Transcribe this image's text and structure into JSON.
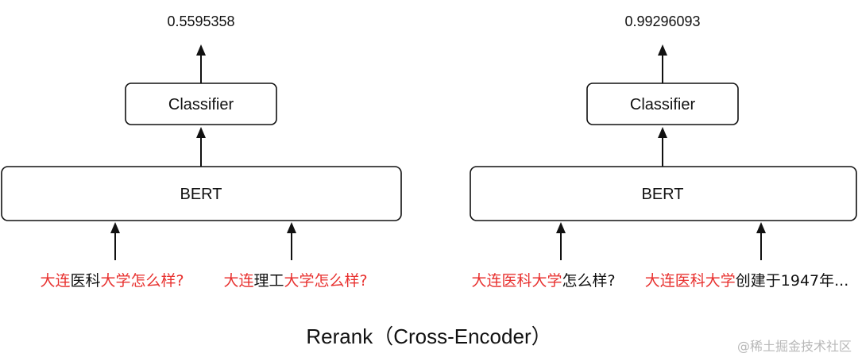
{
  "colors": {
    "highlight": "#e8312f",
    "text": "#111111",
    "watermark": "#b8b8b8"
  },
  "left": {
    "score": "0.5595358",
    "classifier_label": "Classifier",
    "bert_label": "BERT",
    "input_a": [
      {
        "text": "大连",
        "highlight": true
      },
      {
        "text": "医科",
        "highlight": false
      },
      {
        "text": "大学怎么样?",
        "highlight": true
      }
    ],
    "input_b": [
      {
        "text": "大连",
        "highlight": true
      },
      {
        "text": "理工",
        "highlight": false
      },
      {
        "text": "大学怎么样?",
        "highlight": true
      }
    ]
  },
  "right": {
    "score": "0.99296093",
    "classifier_label": "Classifier",
    "bert_label": "BERT",
    "input_a": [
      {
        "text": "大连医科大学",
        "highlight": true
      },
      {
        "text": "怎么样?",
        "highlight": false
      }
    ],
    "input_b": [
      {
        "text": "大连医科大学",
        "highlight": true
      },
      {
        "text": "创建于1947年...",
        "highlight": false
      }
    ]
  },
  "caption": "Rerank（Cross-Encoder）",
  "watermark": "@稀土掘金技术社区"
}
